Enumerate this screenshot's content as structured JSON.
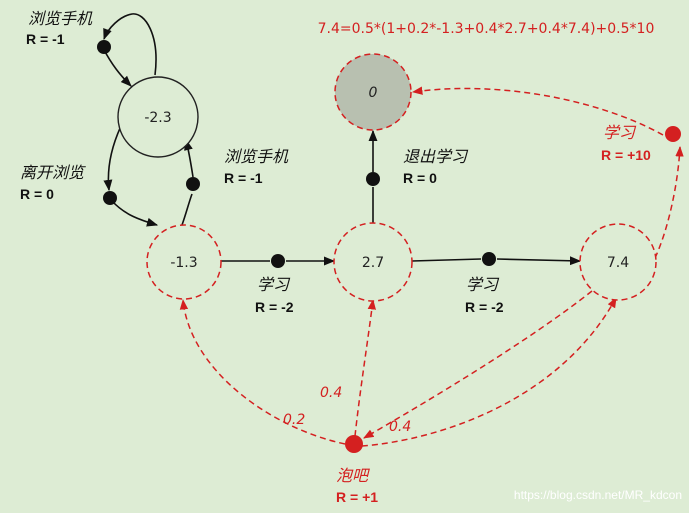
{
  "formula": "7.4=0.5*(1+0.2*-1.3+0.4*2.7+0.4*7.4)+0.5*10",
  "states": {
    "terminal": "0",
    "phone_state": "-2.3",
    "class1": "-1.3",
    "class2": "2.7",
    "class3": "7.4"
  },
  "actions": {
    "phone_top": {
      "name": "浏览手机",
      "reward": "R = -1"
    },
    "leave_browse": {
      "name": "离开浏览",
      "reward": "R = 0"
    },
    "browse_phone": {
      "name": "浏览手机",
      "reward": "R = -1"
    },
    "study1": {
      "name": "学习",
      "reward": "R = -2"
    },
    "quit_study": {
      "name": "退出学习",
      "reward": "R = 0"
    },
    "study2": {
      "name": "学习",
      "reward": "R = -2"
    },
    "study3": {
      "name": "学习",
      "reward": "R = +10"
    },
    "pub": {
      "name": "泡吧",
      "reward": "R = +1"
    }
  },
  "probabilities": {
    "to_class1": "0.2",
    "to_class2": "0.4",
    "to_class3": "0.4"
  },
  "watermark": "https://blog.csdn.net/MR_kdcon",
  "colors": {
    "background": "#ddecd4",
    "red": "#d42020",
    "black": "#111111",
    "terminal_fill": "#b8c0b0"
  }
}
